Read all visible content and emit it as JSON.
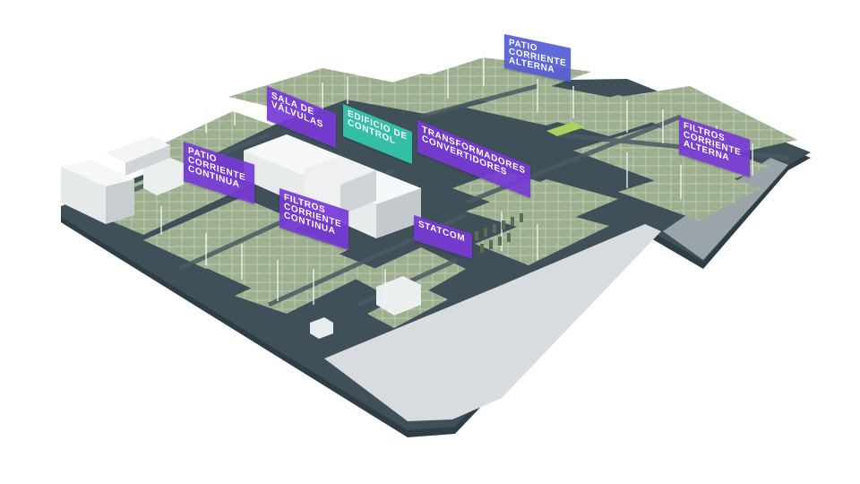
{
  "labels": {
    "patio_ac": "PATIO\nCORRIENTE\nALTERNA",
    "sala_valvulas": "SALA DE\nVÁLVULAS",
    "edificio_control": "EDIFICIO DE\nCONTROL",
    "transformadores": "TRANSFORMADORES\nCONVERTIDORES",
    "filtros_ac": "FILTROS\nCORRIENTE\nALTERNA",
    "patio_dc": "PATIO\nCORRIENTE\nCONTINUA",
    "filtros_dc": "FILTROS\nCORRIENTE\nCONTINUA",
    "statcom": "STATCOM"
  },
  "colors": {
    "label_purple": "#763ad6",
    "label_blue": "#525cd4",
    "label_teal": "#34c4aa",
    "platform_dark": "#394954",
    "road_grey": "#d8dcdf",
    "yard_green": "#9cae8e",
    "building_white": "#e9eced"
  }
}
